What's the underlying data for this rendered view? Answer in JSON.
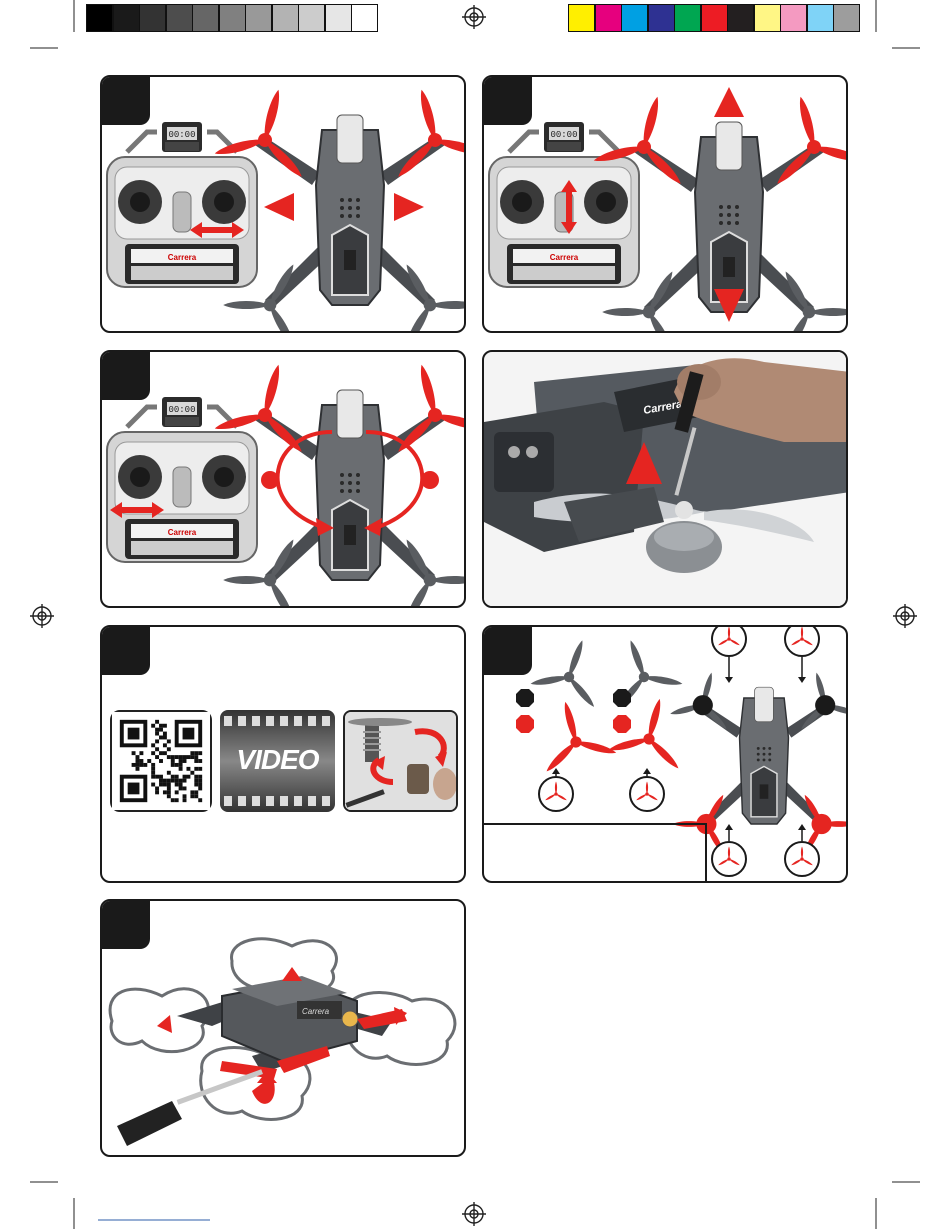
{
  "print_marks": {
    "gray_bar": [
      "#000000",
      "#1a1a1a",
      "#333333",
      "#4d4d4d",
      "#666666",
      "#808080",
      "#999999",
      "#b3b3b3",
      "#cccccc",
      "#e6e6e6",
      "#ffffff"
    ],
    "color_bar": [
      "#ffef00",
      "#e6007e",
      "#00a0e3",
      "#2e3192",
      "#00a651",
      "#ed1c24",
      "#231f20",
      "#fff685",
      "#f49ac1",
      "#7fd3f7",
      "#9d9d9d"
    ]
  },
  "colors": {
    "accent": "#e52521",
    "dark": "#1a1a1a",
    "drone_gray": "#5c5f63",
    "prop_gray": "#5a5d61"
  },
  "remote": {
    "display_time": "00:00",
    "brand_label": "Carrera"
  },
  "panel_5": {
    "qr_icon": "qr-code-icon",
    "video_label": "VIDEO"
  },
  "panel_4": {
    "brand_label": "Carrera"
  },
  "panel_6": {
    "legend_icons": [
      "prop-rotation-icon",
      "prop-rotation-icon",
      "prop-rotation-icon",
      "prop-rotation-icon",
      "prop-rotation-icon",
      "prop-rotation-icon"
    ]
  }
}
